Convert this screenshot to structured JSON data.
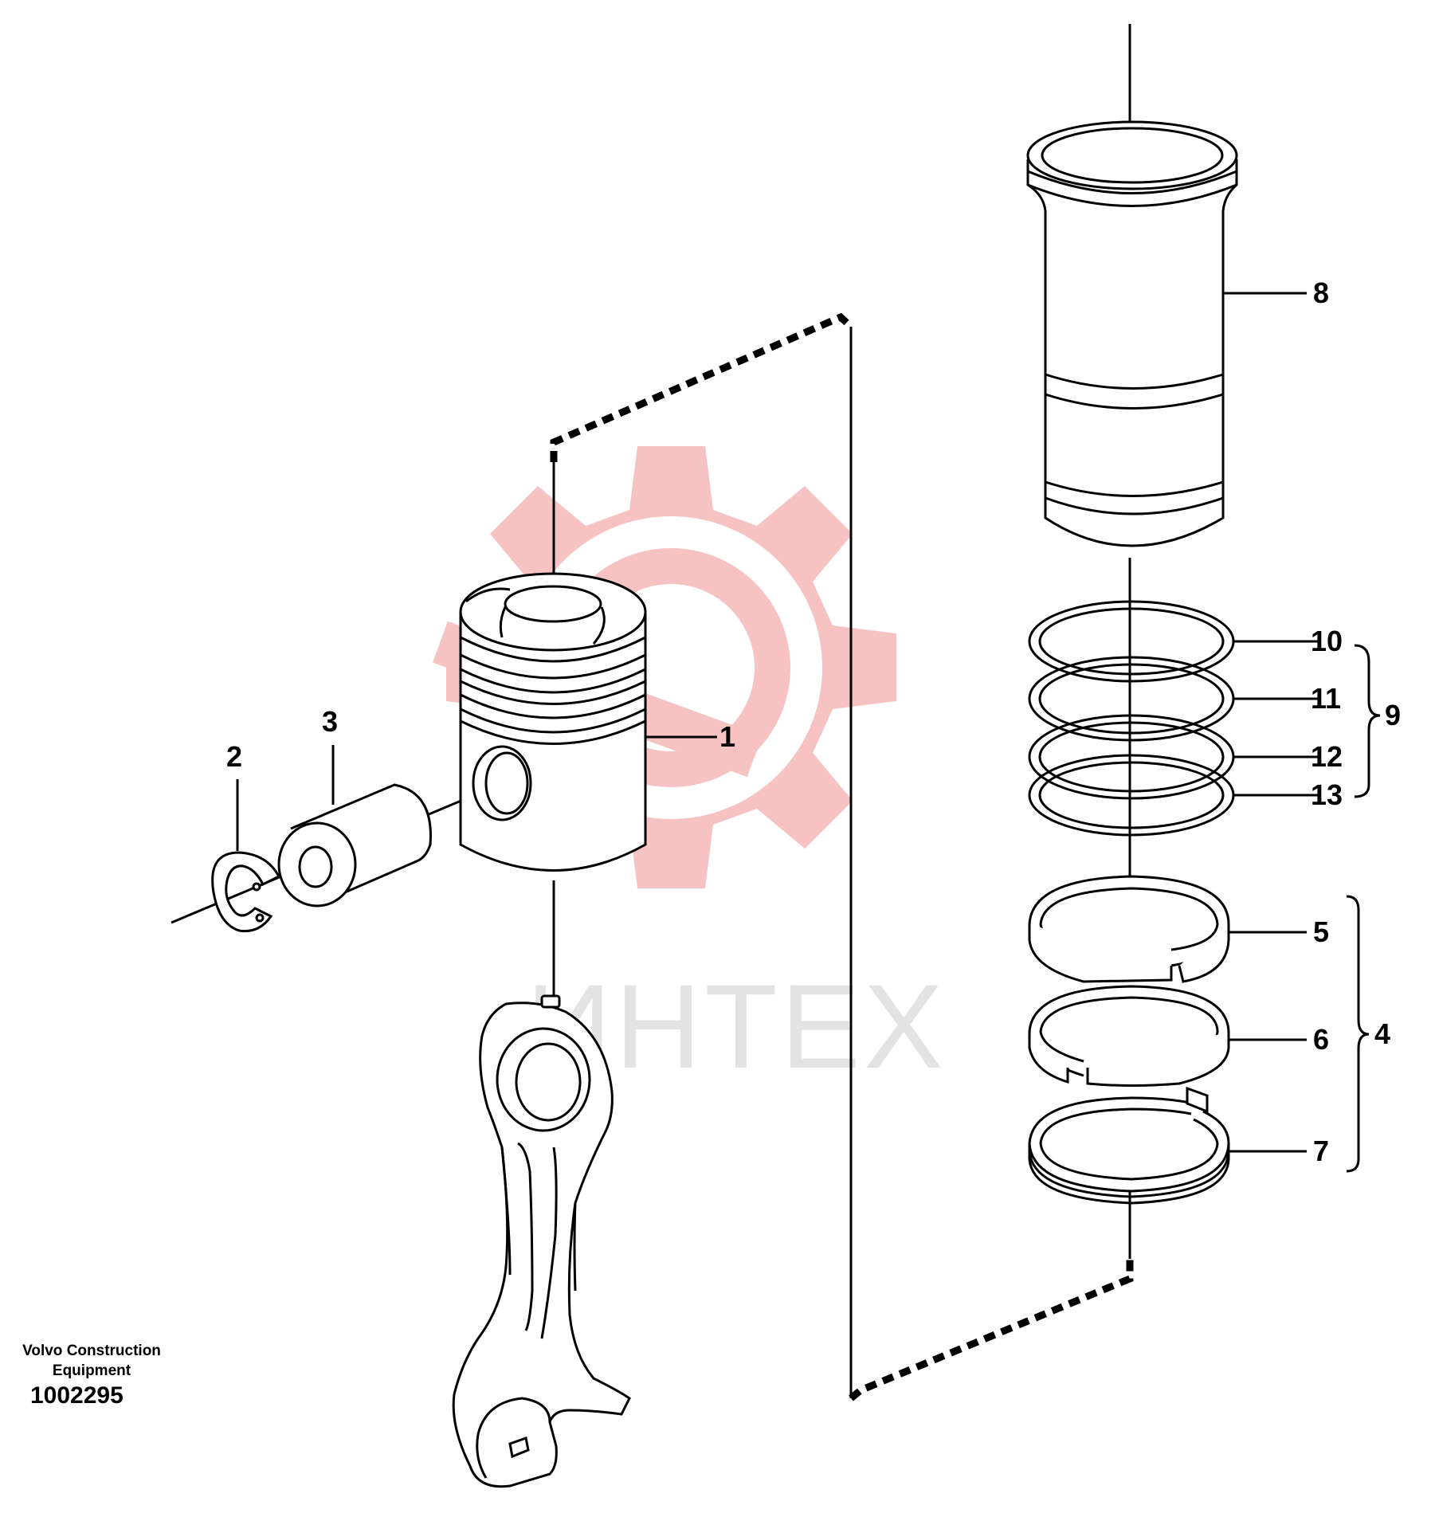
{
  "diagram": {
    "callouts": {
      "c1": "1",
      "c2": "2",
      "c3": "3",
      "c4": "4",
      "c5": "5",
      "c6": "6",
      "c7": "7",
      "c8": "8",
      "c9": "9",
      "c10": "10",
      "c11": "11",
      "c12": "12",
      "c13": "13"
    },
    "watermark_text": "ИНТЕХ",
    "footer": {
      "brand_line1": "Volvo Construction",
      "brand_line2": "Equipment",
      "drawing_number": "1002295"
    },
    "colors": {
      "line": "#000000",
      "watermark_gear": "#f5b8b8",
      "watermark_text": "#e3e3e3",
      "background": "#ffffff"
    }
  }
}
